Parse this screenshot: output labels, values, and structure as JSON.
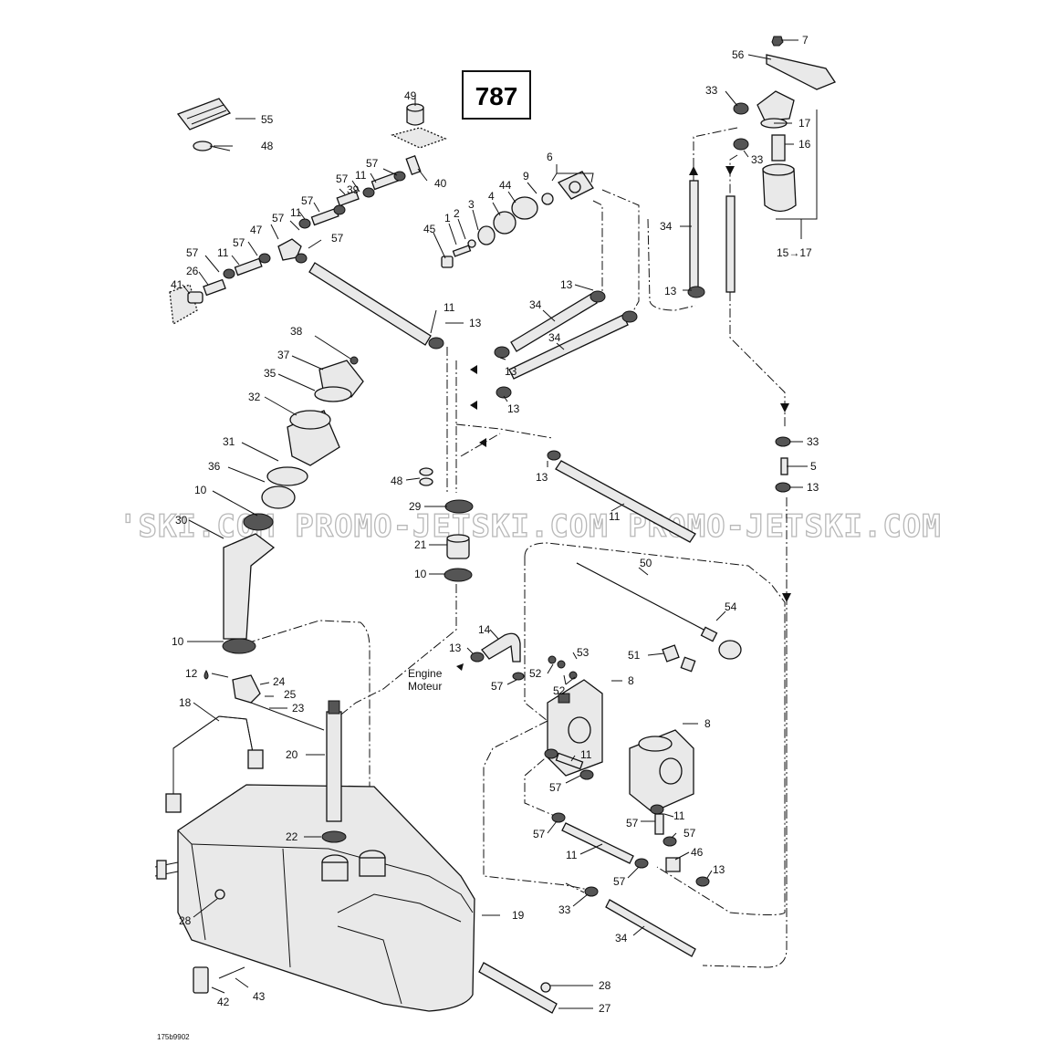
{
  "diagram": {
    "page_number": "787",
    "drawing_ref": "175b9902",
    "watermark": "'SKI.COM PROMO-JETSKI.COM PROMO-JETSKI.COM",
    "engine_label_line1": "Engine",
    "engine_label_line2": "Moteur"
  },
  "callouts": [
    {
      "id": "c7",
      "text": "7"
    },
    {
      "id": "c56",
      "text": "56"
    },
    {
      "id": "c33a",
      "text": "33"
    },
    {
      "id": "c17",
      "text": "17"
    },
    {
      "id": "c16",
      "text": "16"
    },
    {
      "id": "c33b",
      "text": "33"
    },
    {
      "id": "c1517",
      "text": "15→17"
    },
    {
      "id": "c34a",
      "text": "34"
    },
    {
      "id": "c13a",
      "text": "13"
    },
    {
      "id": "c49",
      "text": "49"
    },
    {
      "id": "c55",
      "text": "55"
    },
    {
      "id": "c48a",
      "text": "48"
    },
    {
      "id": "c57a",
      "text": "57"
    },
    {
      "id": "c11a",
      "text": "11"
    },
    {
      "id": "c57b",
      "text": "57"
    },
    {
      "id": "c39",
      "text": "39"
    },
    {
      "id": "c40",
      "text": "40"
    },
    {
      "id": "c57c",
      "text": "57"
    },
    {
      "id": "c11b",
      "text": "11"
    },
    {
      "id": "c57d",
      "text": "57"
    },
    {
      "id": "c47",
      "text": "47"
    },
    {
      "id": "c57e",
      "text": "57"
    },
    {
      "id": "c57f",
      "text": "57"
    },
    {
      "id": "c11c",
      "text": "11"
    },
    {
      "id": "c57g",
      "text": "57"
    },
    {
      "id": "c26",
      "text": "26"
    },
    {
      "id": "c41",
      "text": "41"
    },
    {
      "id": "c6",
      "text": "6"
    },
    {
      "id": "c9",
      "text": "9"
    },
    {
      "id": "c44",
      "text": "44"
    },
    {
      "id": "c4",
      "text": "4"
    },
    {
      "id": "c3",
      "text": "3"
    },
    {
      "id": "c2",
      "text": "2"
    },
    {
      "id": "c1",
      "text": "1"
    },
    {
      "id": "c45",
      "text": "45"
    },
    {
      "id": "c13b",
      "text": "13"
    },
    {
      "id": "c34b",
      "text": "34"
    },
    {
      "id": "c34c",
      "text": "34"
    },
    {
      "id": "c11d",
      "text": "11"
    },
    {
      "id": "c13c",
      "text": "13"
    },
    {
      "id": "c13d",
      "text": "13"
    },
    {
      "id": "c13e",
      "text": "13"
    },
    {
      "id": "c38",
      "text": "38"
    },
    {
      "id": "c37",
      "text": "37"
    },
    {
      "id": "c35",
      "text": "35"
    },
    {
      "id": "c32",
      "text": "32"
    },
    {
      "id": "c31",
      "text": "31"
    },
    {
      "id": "c36",
      "text": "36"
    },
    {
      "id": "c10a",
      "text": "10"
    },
    {
      "id": "c30",
      "text": "30"
    },
    {
      "id": "c10b",
      "text": "10"
    },
    {
      "id": "c48b",
      "text": "48"
    },
    {
      "id": "c29",
      "text": "29"
    },
    {
      "id": "c21",
      "text": "21"
    },
    {
      "id": "c10c",
      "text": "10"
    },
    {
      "id": "c13f",
      "text": "13"
    },
    {
      "id": "c11e",
      "text": "11"
    },
    {
      "id": "c33c",
      "text": "33"
    },
    {
      "id": "c5",
      "text": "5"
    },
    {
      "id": "c13g",
      "text": "13"
    },
    {
      "id": "c50",
      "text": "50"
    },
    {
      "id": "c54",
      "text": "54"
    },
    {
      "id": "c51",
      "text": "51"
    },
    {
      "id": "c14",
      "text": "14"
    },
    {
      "id": "c13h",
      "text": "13"
    },
    {
      "id": "c53",
      "text": "53"
    },
    {
      "id": "c52a",
      "text": "52"
    },
    {
      "id": "c52b",
      "text": "52"
    },
    {
      "id": "c57h",
      "text": "57"
    },
    {
      "id": "c8a",
      "text": "8"
    },
    {
      "id": "c8b",
      "text": "8"
    },
    {
      "id": "c12",
      "text": "12"
    },
    {
      "id": "c24",
      "text": "24"
    },
    {
      "id": "c25",
      "text": "25"
    },
    {
      "id": "c23",
      "text": "23"
    },
    {
      "id": "c18",
      "text": "18"
    },
    {
      "id": "c20",
      "text": "20"
    },
    {
      "id": "c11f",
      "text": "11"
    },
    {
      "id": "c57i",
      "text": "57"
    },
    {
      "id": "c11g",
      "text": "11"
    },
    {
      "id": "c57j",
      "text": "57"
    },
    {
      "id": "c57k",
      "text": "57"
    },
    {
      "id": "c57l",
      "text": "57"
    },
    {
      "id": "c11h",
      "text": "11"
    },
    {
      "id": "c46",
      "text": "46"
    },
    {
      "id": "c13i",
      "text": "13"
    },
    {
      "id": "c57m",
      "text": "57"
    },
    {
      "id": "c22",
      "text": "22"
    },
    {
      "id": "c33d",
      "text": "33"
    },
    {
      "id": "c19",
      "text": "19"
    },
    {
      "id": "c28a",
      "text": "28"
    },
    {
      "id": "c34d",
      "text": "34"
    },
    {
      "id": "c28b",
      "text": "28"
    },
    {
      "id": "c27",
      "text": "27"
    },
    {
      "id": "c42",
      "text": "42"
    },
    {
      "id": "c43",
      "text": "43"
    }
  ]
}
